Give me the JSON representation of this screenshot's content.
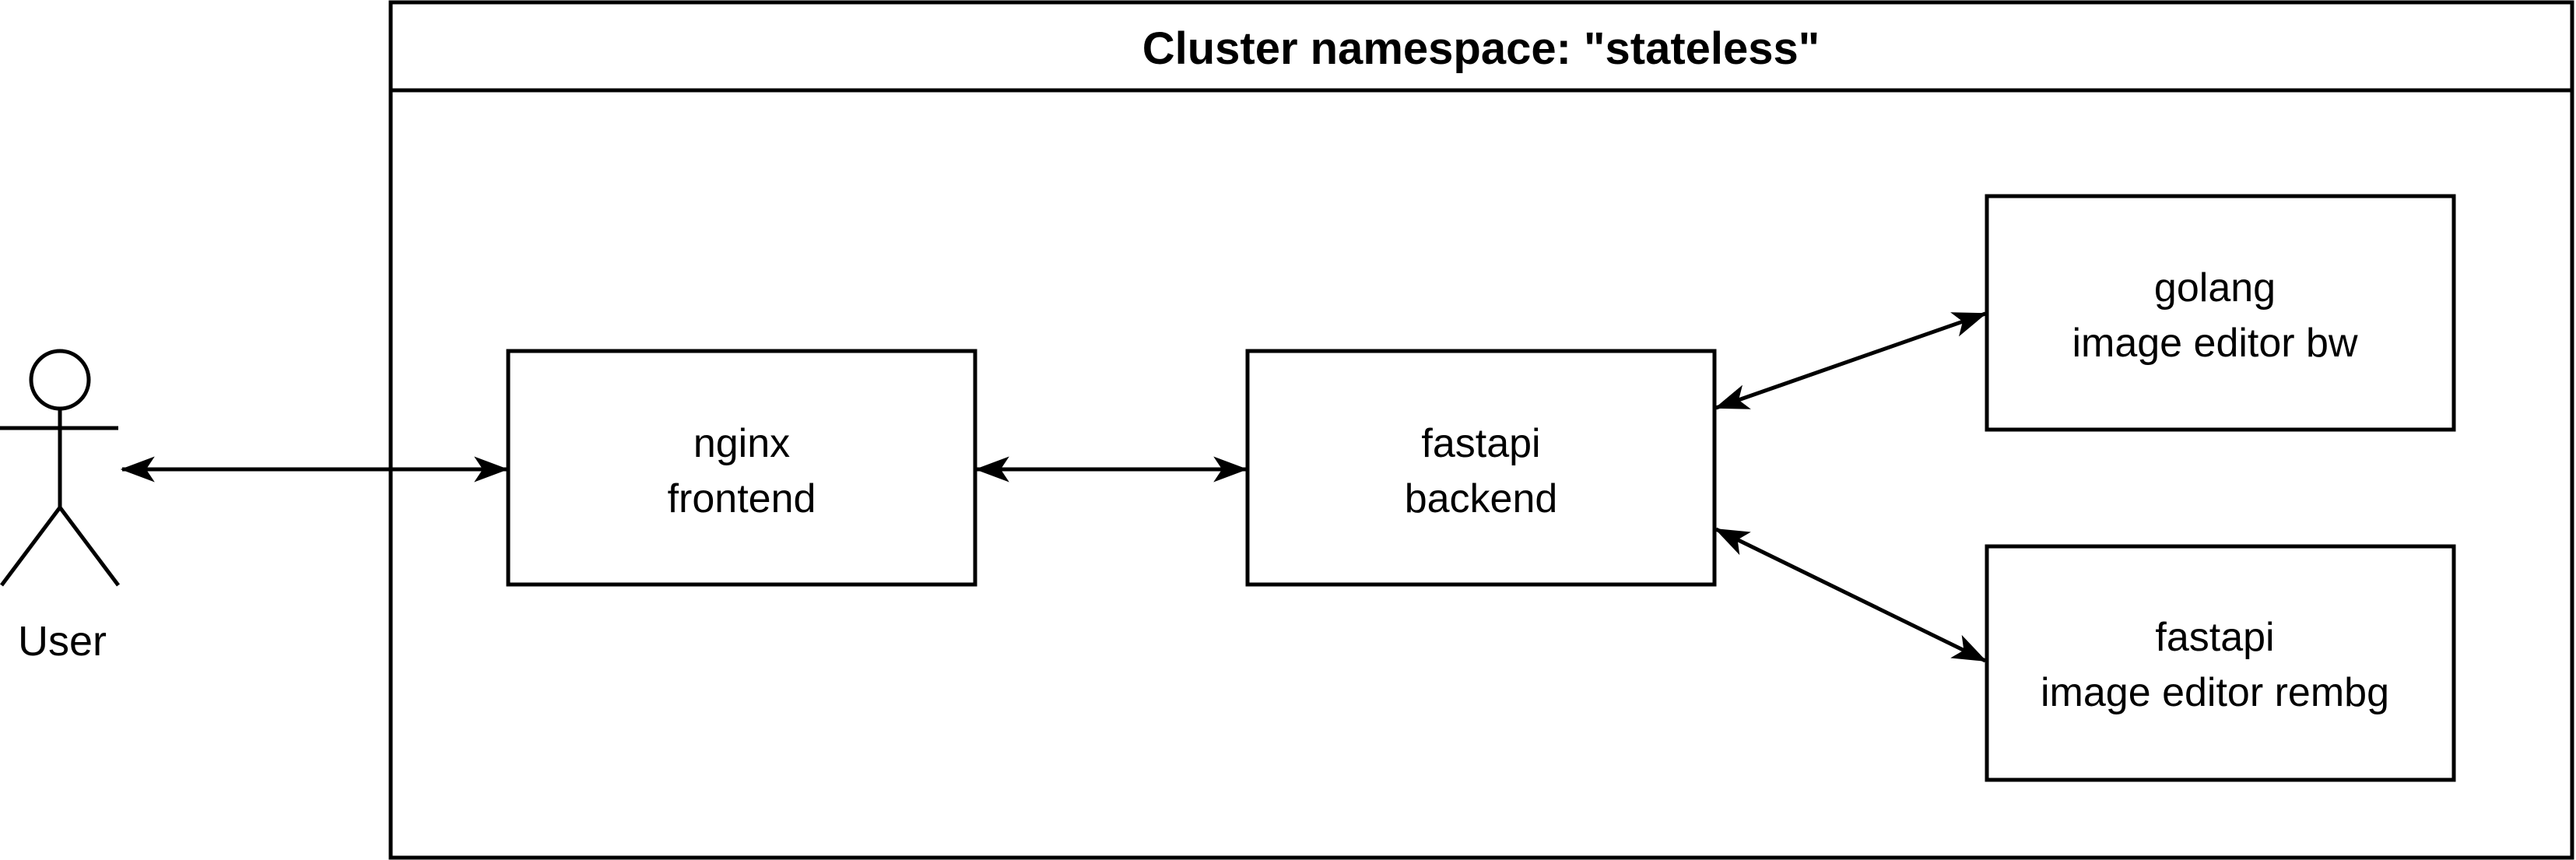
{
  "colors": {
    "stroke": "#000000",
    "background": "#ffffff"
  },
  "namespace": {
    "title": "Cluster namespace: \"stateless\""
  },
  "actor": {
    "label": "User"
  },
  "nodes": {
    "nginx": {
      "line1": "nginx",
      "line2": "frontend"
    },
    "backend": {
      "line1": "fastapi",
      "line2": "backend"
    },
    "bw": {
      "line1": "golang",
      "line2": "image editor bw"
    },
    "rembg": {
      "line1": "fastapi",
      "line2": "image editor rembg"
    }
  },
  "edges": [
    {
      "from": "user",
      "to": "nginx",
      "direction": "both"
    },
    {
      "from": "nginx",
      "to": "backend",
      "direction": "both"
    },
    {
      "from": "backend",
      "to": "bw",
      "direction": "both"
    },
    {
      "from": "backend",
      "to": "rembg",
      "direction": "both"
    }
  ]
}
